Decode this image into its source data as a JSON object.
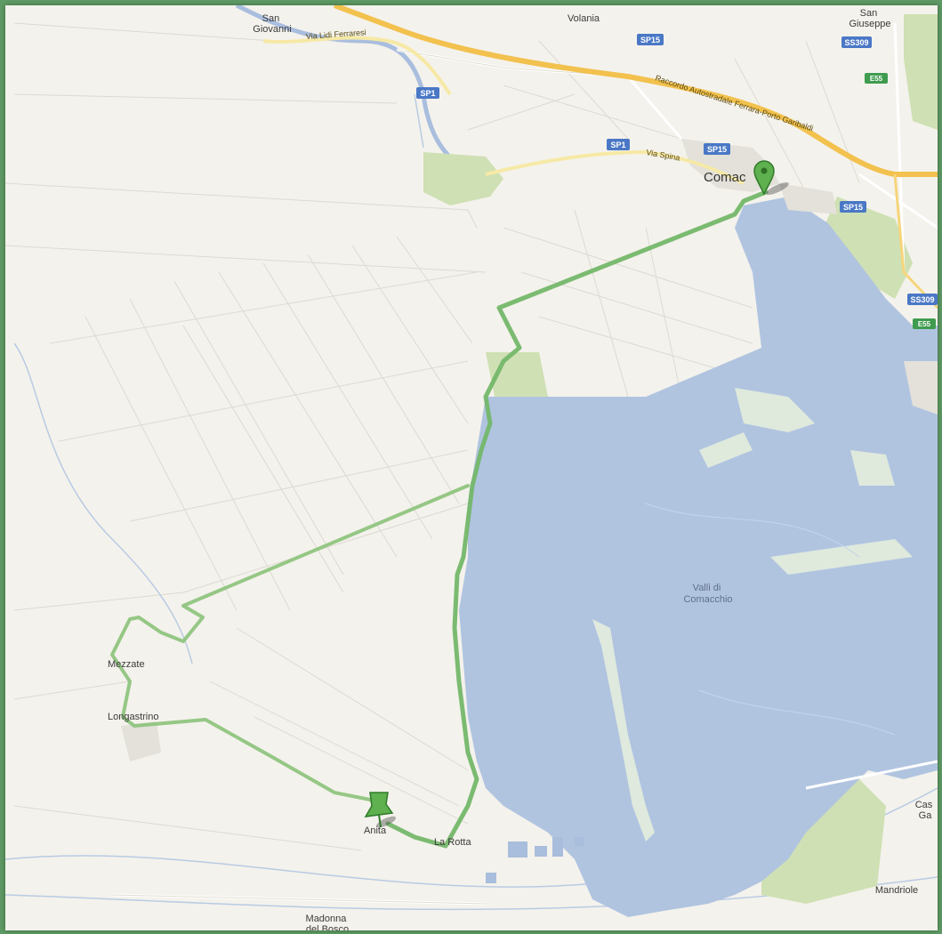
{
  "map": {
    "places": {
      "san_giovanni": "San\nGiovanni",
      "volania": "Volania",
      "san_giuseppe": "San\nGiuseppe",
      "comacchio": "Comac",
      "mezzate": "Mezzate",
      "longastrino": "Longastrino",
      "anita": "Anita",
      "la_rotta": "La Rotta",
      "madonna_del_bosco": "Madonna\ndel Bosco",
      "mandriole": "Mandriole",
      "casal_borsetti": "Cas\nGa"
    },
    "water": {
      "valli_di_comacchio": "Valli di\nComacchio"
    },
    "roads": {
      "via_lidi_ferraresi": "Via Lidi Ferraresi",
      "raccordo": "Raccordo Autostradale Ferrara-Porto Garibaldi",
      "via_spina": "Via Spina",
      "sp1_a": "SP1",
      "sp1_b": "SP1",
      "sp15_a": "SP15",
      "sp15_b": "SP15",
      "sp15_c": "SP15",
      "ss309_a": "SS309",
      "ss309_b": "SS309",
      "e55_a": "E55",
      "e55_b": "E55"
    },
    "markers": {
      "start": "start-marker",
      "end": "end-marker"
    },
    "colors": {
      "land": "#f4f2ec",
      "water": "#b0c4e0",
      "park": "#cfe0b4",
      "route": "#74b76a",
      "motorway": "#f2c14e",
      "shield": "#4a78c6",
      "frame": "#5f9b65"
    }
  }
}
